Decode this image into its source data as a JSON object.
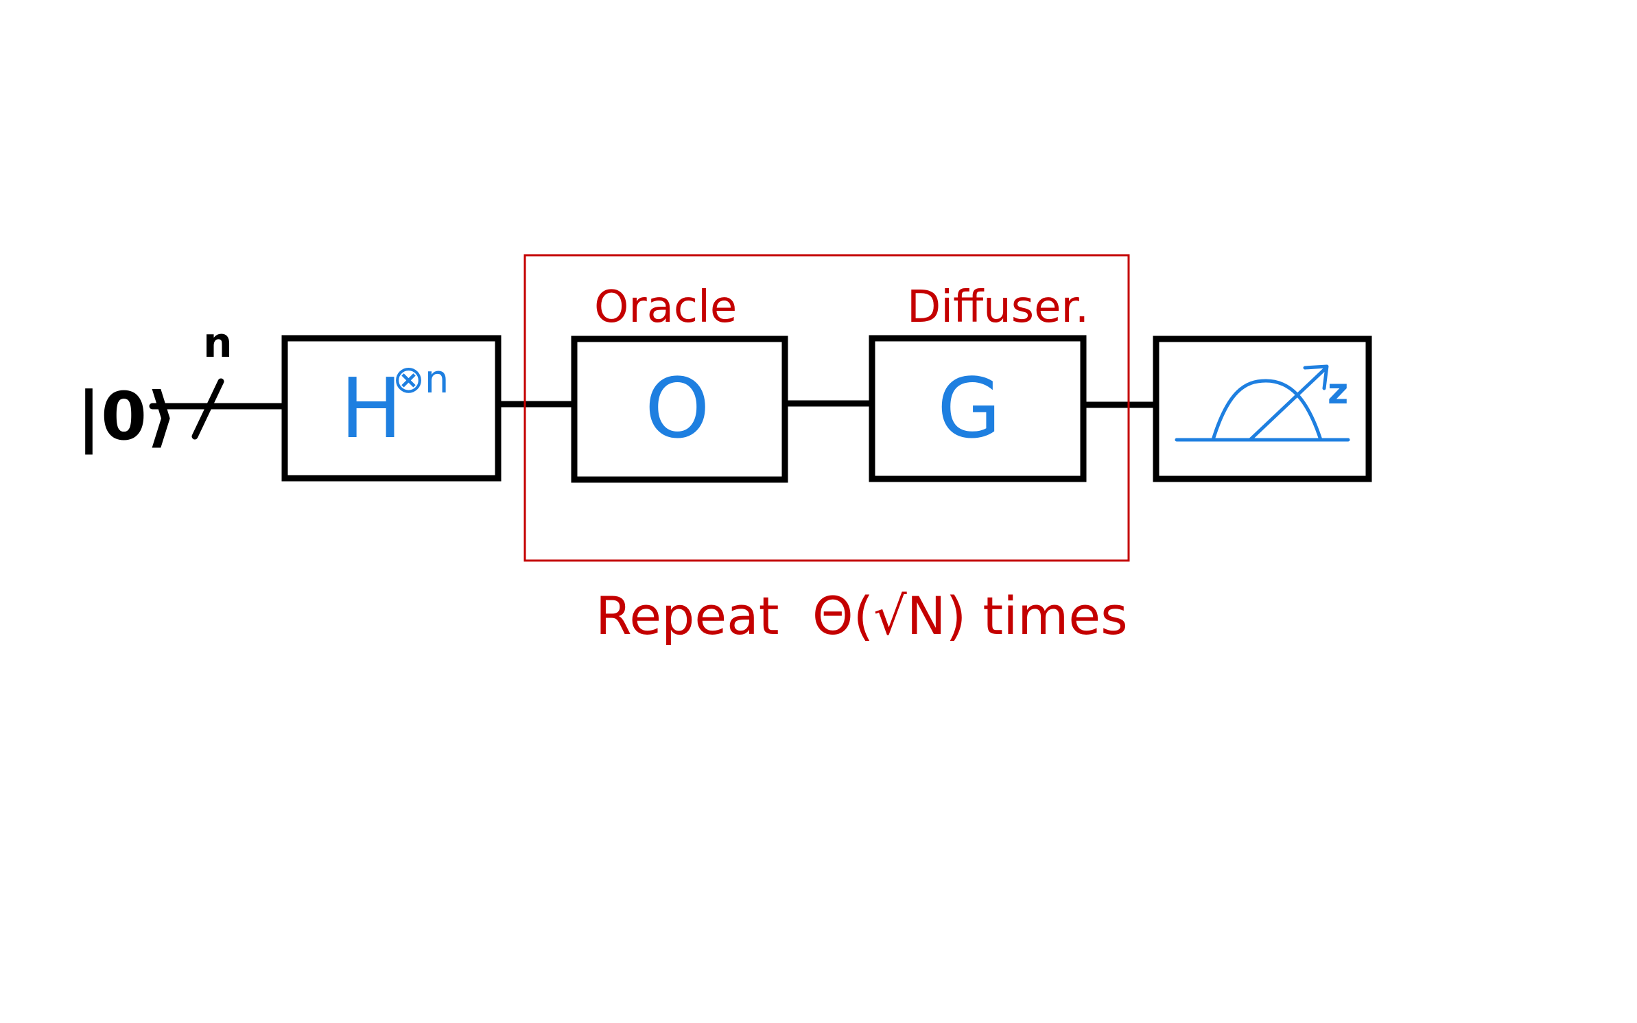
{
  "diagram": {
    "input_state": "|0⟩",
    "qubit_count_label": "n",
    "hadamard_gate": {
      "symbol": "H",
      "superscript": "⊗n"
    },
    "repeat_block": {
      "oracle_label": "Oracle",
      "oracle_symbol": "O",
      "diffuser_label": "Diffuser.",
      "diffuser_symbol": "G",
      "caption": "Repeat  Θ(√N) times"
    },
    "measurement": {
      "axis_label": "z"
    }
  },
  "colors": {
    "wire": "#000000",
    "gate_text": "#1e7fe0",
    "repeat_box": "#c40000"
  }
}
